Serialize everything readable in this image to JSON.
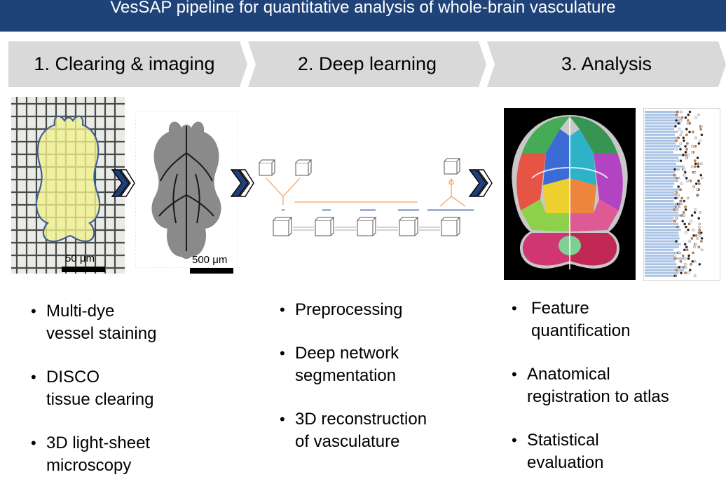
{
  "header": {
    "title": "VesSAP pipeline for quantitative analysis of whole-brain vasculature"
  },
  "stages": [
    {
      "label": "1. Clearing & imaging"
    },
    {
      "label": "2. Deep learning"
    },
    {
      "label": "3. Analysis"
    }
  ],
  "scale_bars": {
    "left": "50 μm",
    "right": "500 μm"
  },
  "bullets": {
    "col1": [
      {
        "lines": [
          "Multi-dye",
          "vessel staining"
        ]
      },
      {
        "lines": [
          "DISCO",
          "tissue clearing"
        ]
      },
      {
        "lines": [
          "3D light-sheet",
          "microscopy"
        ]
      }
    ],
    "col2": [
      {
        "lines": [
          "Preprocessing"
        ]
      },
      {
        "lines": [
          "Deep network",
          "segmentation"
        ]
      },
      {
        "lines": [
          "3D reconstruction",
          "of vasculature"
        ]
      }
    ],
    "col3": [
      {
        "lines": [
          "Feature",
          "quantification"
        ]
      },
      {
        "lines": [
          "Anatomical",
          "registration to atlas"
        ]
      },
      {
        "lines": [
          "Statistical",
          "evaluation"
        ]
      }
    ]
  },
  "colors": {
    "banner": "#1f4378",
    "stage": "#d9d9d9",
    "chevron_blue": "#1f3f7a",
    "network_arrow": "#f0a060",
    "brain_highlight": "#f2f28c"
  }
}
